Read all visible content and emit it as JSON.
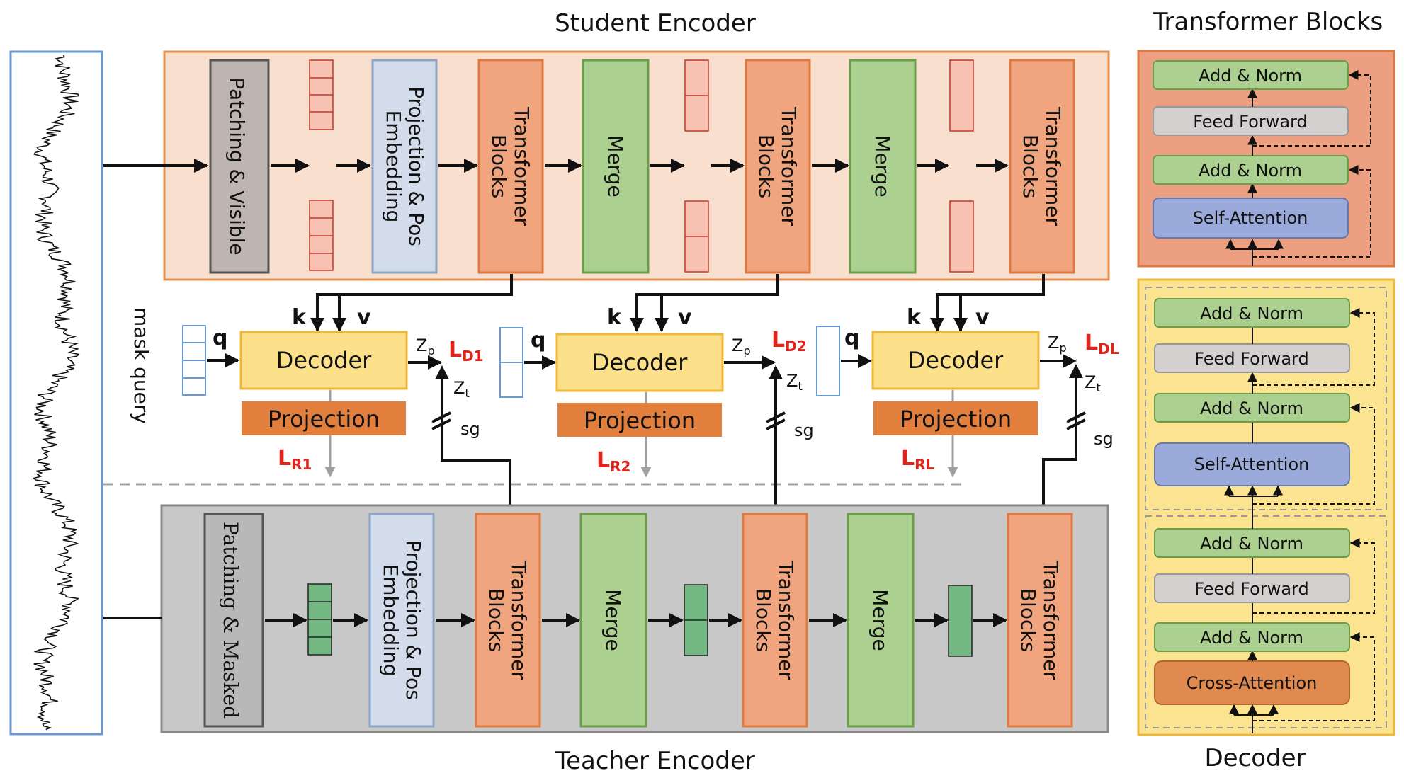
{
  "titles": {
    "student": "Student Encoder",
    "teacher": "Teacher Encoder",
    "transformer_blocks": "Transformer Blocks",
    "decoder": "Decoder"
  },
  "side_label": "mask query",
  "student_blocks": {
    "patching": "Patching & Visible",
    "projection_line1": "Projection & Pos",
    "projection_line2": "Embedding",
    "transformer_line1": "Transformer",
    "transformer_line2": "Blocks",
    "merge": "Merge"
  },
  "teacher_blocks": {
    "patching": "Patching & Masked",
    "projection_line1": "Projection & Pos",
    "projection_line2": "Embedding",
    "transformer_line1": "Transformer",
    "transformer_line2": "Blocks",
    "merge": "Merge"
  },
  "decoders": [
    {
      "label": "Decoder",
      "proj": "Projection",
      "ld_main": "L",
      "ld_sub": "D1",
      "lr_main": "L",
      "lr_sub": "R1"
    },
    {
      "label": "Decoder",
      "proj": "Projection",
      "ld_main": "L",
      "ld_sub": "D2",
      "lr_main": "L",
      "lr_sub": "R2"
    },
    {
      "label": "Decoder",
      "proj": "Projection",
      "ld_main": "L",
      "ld_sub": "DL",
      "lr_main": "L",
      "lr_sub": "RL"
    }
  ],
  "symbols": {
    "k": "k",
    "v": "v",
    "q": "q",
    "zp": "Z",
    "zp_sub": "p",
    "zt": "Z",
    "zt_sub": "t",
    "sg": "sg"
  },
  "tb_panel": {
    "add_norm": "Add & Norm",
    "feed_forward": "Feed Forward",
    "self_attention": "Self-Attention"
  },
  "dec_panel": {
    "add_norm": "Add & Norm",
    "feed_forward": "Feed Forward",
    "self_attention": "Self-Attention",
    "cross_attention": "Cross-Attention"
  },
  "colors": {
    "student_bg": "#f9dfcd",
    "student_border": "#e6904f",
    "teacher_bg": "#c8c8c8",
    "transformer": "#f0a57f",
    "merge": "#acd08f",
    "projection_embed": "#d3dcea",
    "patching_student": "#beb5b1",
    "patching_teacher": "#b8b8b8",
    "decoder": "#fce08a",
    "projection": "#e37f3d",
    "loss": "#e0241b",
    "tb_panel_bg": "#eca081",
    "dec_panel_bg": "#fce38f",
    "self_attention": "#9aabdb",
    "cross_attention": "#e08a50",
    "feed_forward": "#d4d0cf"
  }
}
